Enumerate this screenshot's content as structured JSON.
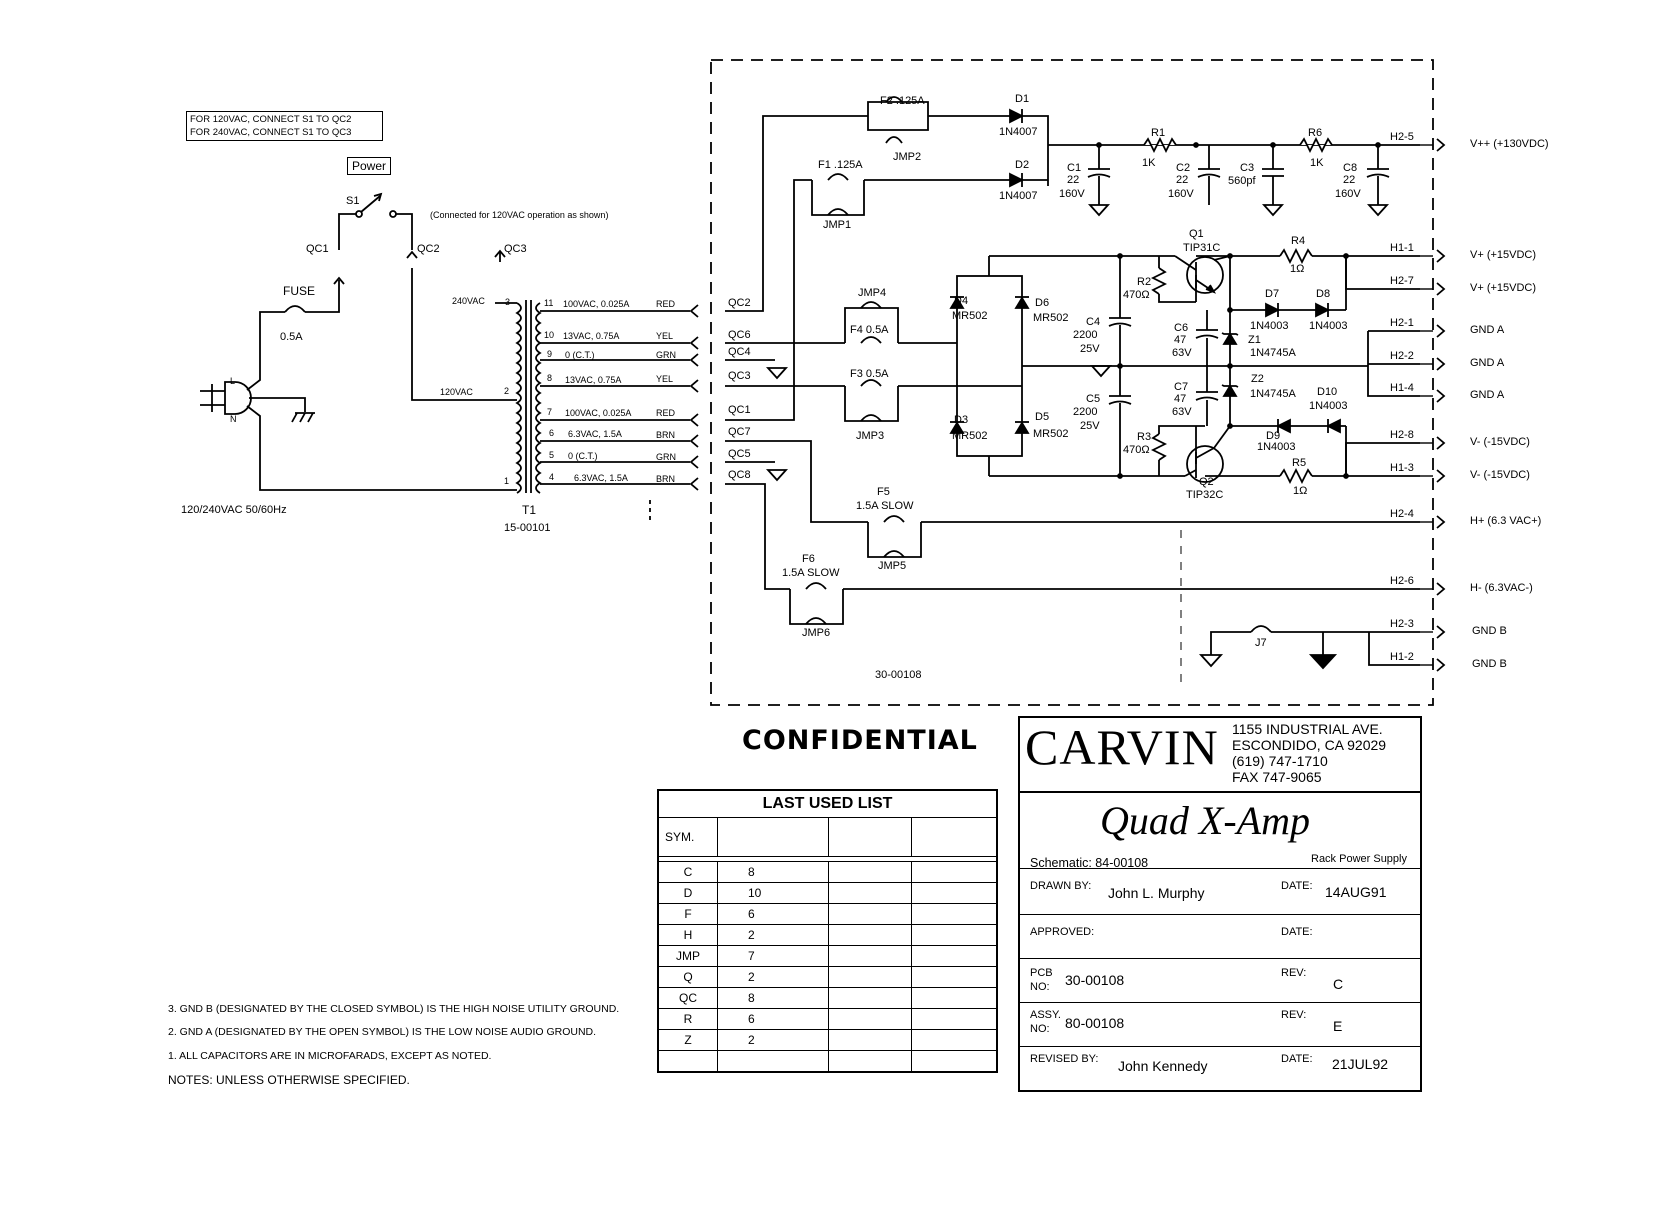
{
  "notes_box": {
    "line1": "FOR 120VAC, CONNECT S1 TO QC2",
    "line2": "FOR 240VAC, CONNECT S1 TO QC3"
  },
  "power_label": "Power",
  "switch_label": "S1",
  "switch_note": "(Connected for 120VAC operation as shown)",
  "input": {
    "qc1": "QC1",
    "qc2": "QC2",
    "qc3": "QC3",
    "fuse": "FUSE",
    "fuse_value": "0.5A",
    "l": "L",
    "n": "N",
    "mains": "120/240VAC  50/60Hz"
  },
  "transformer": {
    "ref": "T1",
    "part": "15-00101",
    "pri240": "240VAC",
    "pri120": "120VAC",
    "pin3": "3",
    "pin2": "2",
    "pin1": "1",
    "windings": [
      {
        "pin": "11",
        "spec": "100VAC, 0.025A",
        "color": "RED",
        "qc": "QC2"
      },
      {
        "pin": "10",
        "spec": "13VAC, 0.75A",
        "color": "YEL",
        "qc": "QC6"
      },
      {
        "pin": "9",
        "spec": "0 (C.T.)",
        "color": "GRN",
        "qc": "QC4"
      },
      {
        "pin": "8",
        "spec": "13VAC, 0.75A",
        "color": "YEL",
        "qc": "QC3"
      },
      {
        "pin": "7",
        "spec": "100VAC, 0.025A",
        "color": "RED",
        "qc": "QC1"
      },
      {
        "pin": "6",
        "spec": "6.3VAC, 1.5A",
        "color": "BRN",
        "qc": "QC7"
      },
      {
        "pin": "5",
        "spec": "0 (C.T.)",
        "color": "GRN",
        "qc": "QC5"
      },
      {
        "pin": "4",
        "spec": "6.3VAC, 1.5A",
        "color": "BRN",
        "qc": "QC8"
      }
    ]
  },
  "board": {
    "part": "30-00108"
  },
  "parts": {
    "f2": "F2 .125A",
    "jmp2": "JMP2",
    "d1": "D1",
    "d1v": "1N4007",
    "f1": "F1 .125A",
    "jmp1": "JMP1",
    "d2": "D2",
    "d2v": "1N4007",
    "c1": "C1",
    "c1v1": "22",
    "c1v2": "160V",
    "r1": "R1",
    "r1v": "1K",
    "c2": "C2",
    "c2v1": "22",
    "c2v2": "160V",
    "c3": "C3",
    "c3v": "560pf",
    "r6": "R6",
    "r6v": "1K",
    "c8": "C8",
    "c8v1": "22",
    "c8v2": "160V",
    "jmp4": "JMP4",
    "f4": "F4 0.5A",
    "f3": "F3 0.5A",
    "jmp3": "JMP3",
    "d4": "D4",
    "d4v": "MR502",
    "d6": "D6",
    "d6v": "MR502",
    "d3": "D3",
    "d3v": "MR502",
    "d5": "D5",
    "d5v": "MR502",
    "c4": "C4",
    "c4v1": "2200",
    "c4v2": "25V",
    "c5": "C5",
    "c5v1": "2200",
    "c5v2": "25V",
    "r2": "R2",
    "r2v": "470Ω",
    "r3": "R3",
    "r3v": "470Ω",
    "q1": "Q1",
    "q1v": "TIP31C",
    "q2": "Q2",
    "q2v": "TIP32C",
    "r4": "R4",
    "r4v": "1Ω",
    "r5": "R5",
    "r5v": "1Ω",
    "d7": "D7",
    "d7v": "1N4003",
    "d8": "D8",
    "d8v": "1N4003",
    "d9": "D9",
    "d9v": "1N4003",
    "d10": "D10",
    "d10v": "1N4003",
    "c6": "C6",
    "c6v1": "47",
    "c6v2": "63V",
    "c7": "C7",
    "c7v1": "47",
    "c7v2": "63V",
    "z1": "Z1",
    "z1v": "1N4745A",
    "z2": "Z2",
    "z2v": "1N4745A",
    "f5": "F5",
    "f5v": "1.5A SLOW",
    "jmp5": "JMP5",
    "f6": "F6",
    "f6v": "1.5A SLOW",
    "jmp6": "JMP6",
    "j7": "J7"
  },
  "outputs": [
    {
      "pin": "H2-5",
      "label": "V++ (+130VDC)"
    },
    {
      "pin": "H1-1",
      "label": "V+ (+15VDC)"
    },
    {
      "pin": "H2-7",
      "label": "V+ (+15VDC)"
    },
    {
      "pin": "H2-1",
      "label": "GND A"
    },
    {
      "pin": "H2-2",
      "label": "GND A"
    },
    {
      "pin": "H1-4",
      "label": "GND A"
    },
    {
      "pin": "H2-8",
      "label": "V- (-15VDC)"
    },
    {
      "pin": "H1-3",
      "label": "V- (-15VDC)"
    },
    {
      "pin": "H2-4",
      "label": "H+ (6.3 VAC+)"
    },
    {
      "pin": "H2-6",
      "label": "H- (6.3VAC-)"
    },
    {
      "pin": "H2-3",
      "label": "GND B"
    },
    {
      "pin": "H1-2",
      "label": "GND B"
    }
  ],
  "confidential": "CONFIDENTIAL",
  "last_used": {
    "title": "LAST USED LIST",
    "sym_header": "SYM.",
    "rows": [
      {
        "sym": "C",
        "n": "8"
      },
      {
        "sym": "D",
        "n": "10"
      },
      {
        "sym": "F",
        "n": "6"
      },
      {
        "sym": "H",
        "n": "2"
      },
      {
        "sym": "JMP",
        "n": "7"
      },
      {
        "sym": "Q",
        "n": "2"
      },
      {
        "sym": "QC",
        "n": "8"
      },
      {
        "sym": "R",
        "n": "6"
      },
      {
        "sym": "Z",
        "n": "2"
      }
    ]
  },
  "notes": {
    "n3": "3.  GND B (DESIGNATED BY THE CLOSED SYMBOL) IS THE HIGH NOISE UTILITY GROUND.",
    "n2": "2.  GND A (DESIGNATED BY THE OPEN SYMBOL) IS THE LOW NOISE AUDIO GROUND.",
    "n1": "1.  ALL CAPACITORS ARE IN MICROFARADS, EXCEPT AS NOTED.",
    "header": "NOTES:  UNLESS OTHERWISE SPECIFIED."
  },
  "title_block": {
    "company": "CARVIN",
    "address1": "1155 INDUSTRIAL AVE.",
    "address2": "ESCONDIDO, CA  92029",
    "phone": "(619) 747-1710",
    "fax": "FAX 747-9065",
    "product": "Quad X-Amp",
    "schematic": "Schematic: 84-00108",
    "subtitle": "Rack Power Supply",
    "drawn_label": "DRAWN BY:",
    "drawn_by": "John L. Murphy",
    "date_label": "DATE:",
    "drawn_date": "14AUG91",
    "approved_label": "APPROVED:",
    "pcb_label1": "PCB",
    "pcb_label2": "NO:",
    "pcb_no": "30-00108",
    "rev_label": "REV:",
    "pcb_rev": "C",
    "assy_label1": "ASSY.",
    "assy_label2": "NO:",
    "assy_no": "80-00108",
    "assy_rev": "E",
    "revised_label": "REVISED BY:",
    "revised_by": "John Kennedy",
    "revised_date": "21JUL92"
  }
}
